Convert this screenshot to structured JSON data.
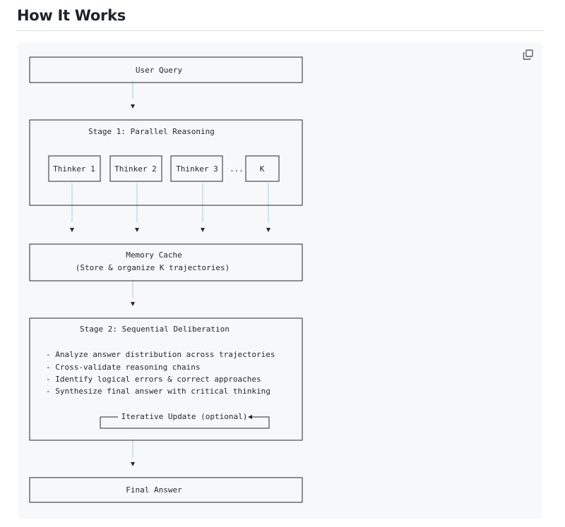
{
  "section": {
    "title": "How It Works"
  },
  "code_block": {
    "copy_icon": "copy-icon",
    "colors": {
      "background": "#f6f8fa",
      "text": "#24292f",
      "accent_line": "#a9cbe3"
    },
    "diagram": {
      "user_query": "User Query",
      "stage1_title": "Stage 1: Parallel Reasoning",
      "thinkers": [
        "Thinker 1",
        "Thinker 2",
        "Thinker 3",
        "K"
      ],
      "ellipsis": "...",
      "memory_title": "Memory Cache",
      "memory_subtitle": "(Store & organize K trajectories)",
      "stage2_title": "Stage 2: Sequential Deliberation",
      "stage2_items": [
        "- Analyze answer distribution across trajectories",
        "- Cross-validate reasoning chains",
        "- Identify logical errors & correct approaches",
        "- Synthesize final answer with critical thinking"
      ],
      "iterative_label": "Iterative Update (optional)",
      "final_answer": "Final Answer"
    }
  }
}
